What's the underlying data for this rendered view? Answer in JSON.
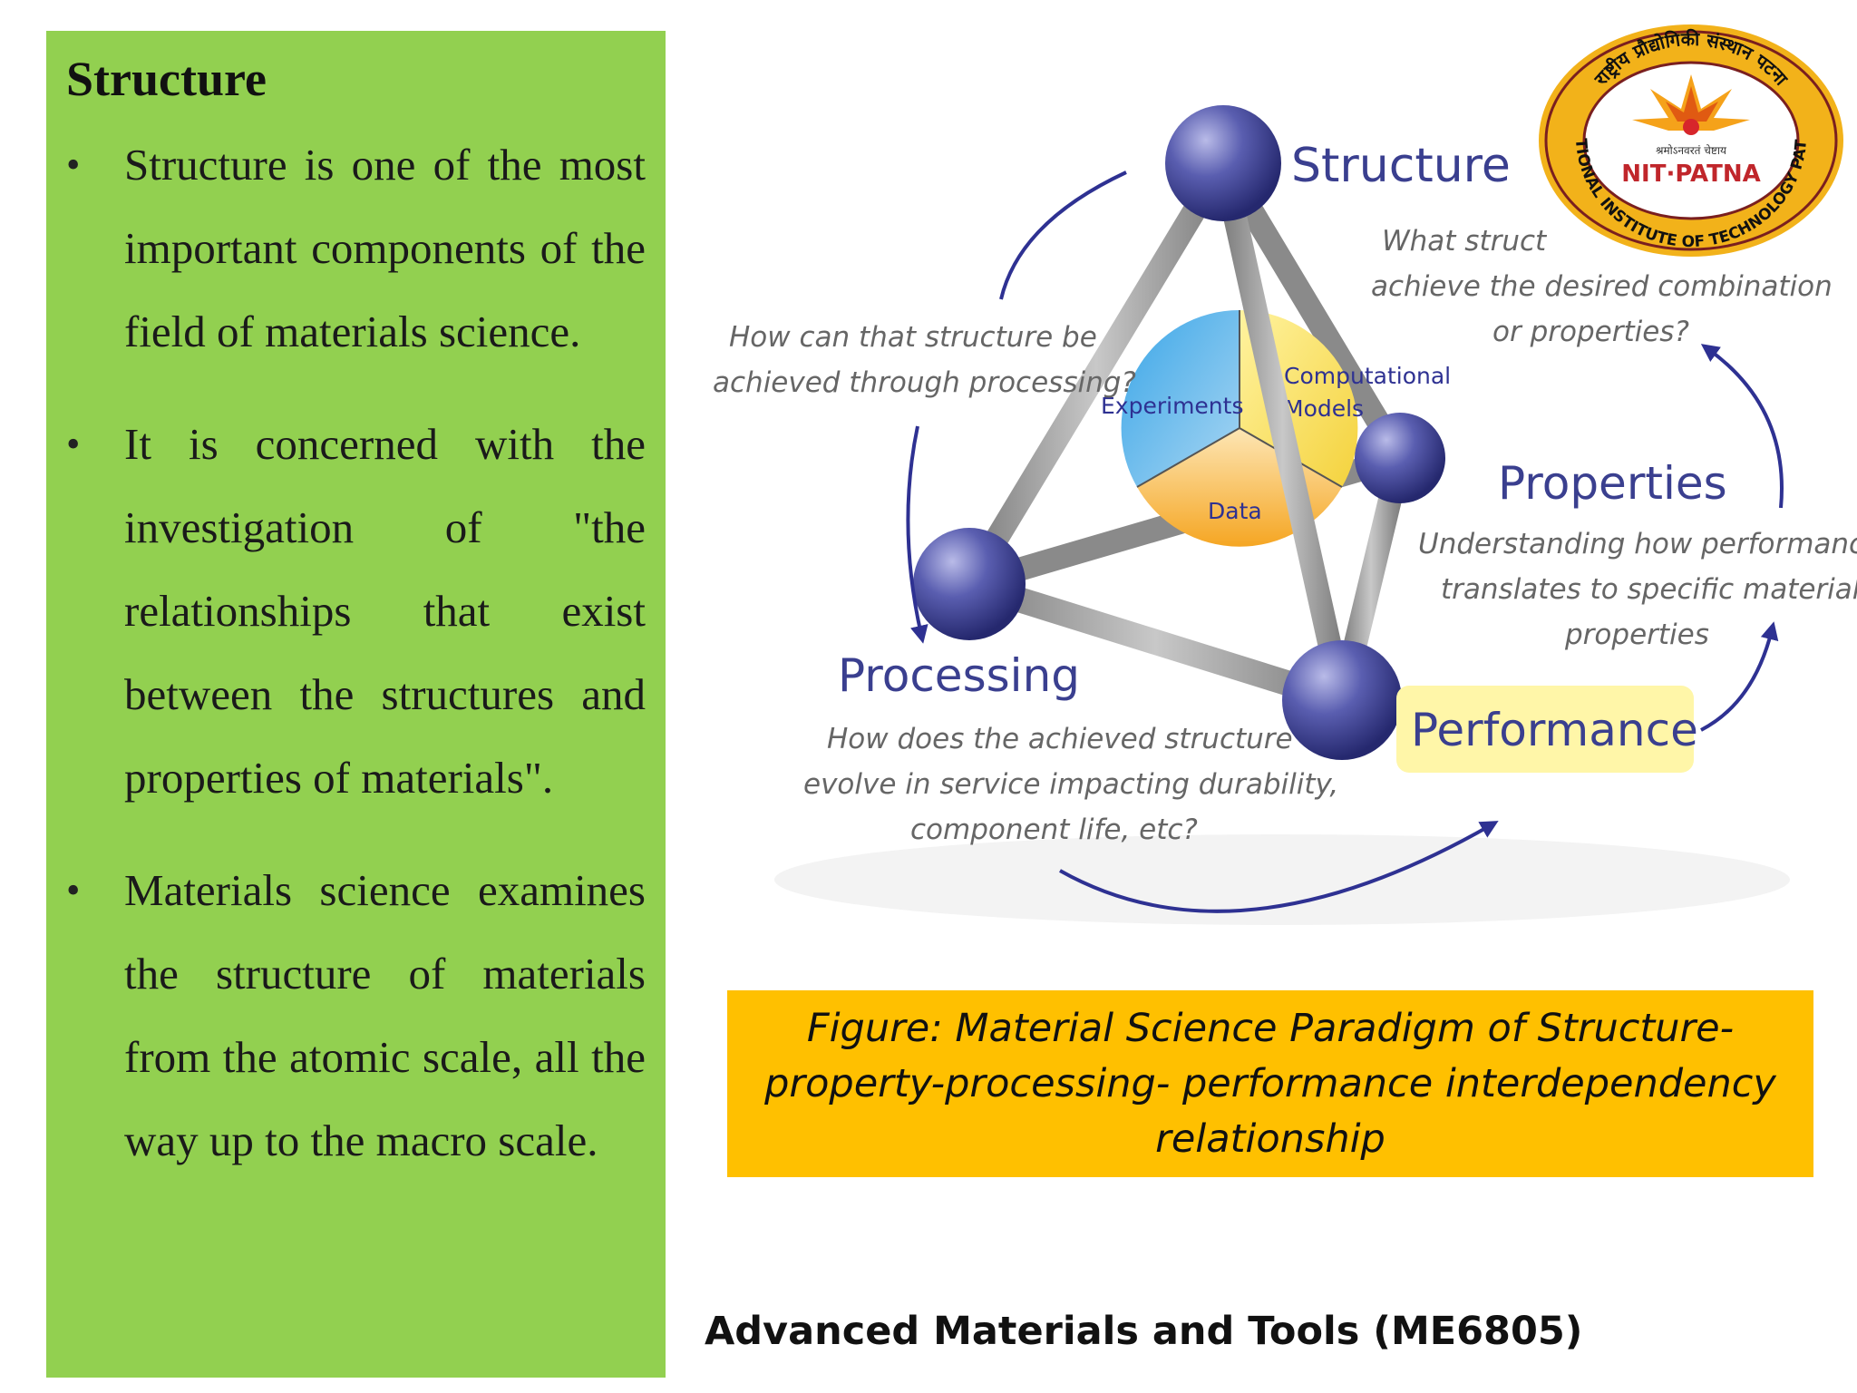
{
  "slide": {
    "heading": "Structure",
    "bullets": [
      "Structure is one of the most important components of the field of materials science.",
      "It is concerned with the investigation of \"the relationships that exist between the structures and properties of materials\".",
      " Materials science examines the structure of materials from the atomic scale, all the way up to the macro scale."
    ],
    "bullet_glyph": "•"
  },
  "diagram": {
    "structure_title": "Structure",
    "structure_question_line1": "What struct",
    "structure_question_line2": "achieve the desired combination",
    "structure_question_line3": "or properties?",
    "processing_question_line1": "How can that structure be",
    "processing_question_line2": "achieved through processing?",
    "center_experiments": "Experiments",
    "center_computational": "Computational",
    "center_models": "Models",
    "center_data": "Data",
    "properties_title": "Properties",
    "properties_desc_line1": "Understanding how performance",
    "properties_desc_line2": "translates to specific material",
    "properties_desc_line3": "properties",
    "processing_title": "Processing",
    "processing_desc_line1": "How does the achieved structure",
    "processing_desc_line2": "evolve in service impacting durability,",
    "processing_desc_line3": "component life, etc?",
    "performance_title": "Performance",
    "colors": {
      "node": "#4b4f9e",
      "rod": "#9a9a9a",
      "arrow": "#2e3192",
      "title": "#3a3f8f",
      "performance_box": "#fff6a8"
    }
  },
  "logo": {
    "hindi_text": "राष्ट्रीय प्रौद्योगिकी संस्थान पटना",
    "english_text": "NATIONAL INSTITUTE OF TECHNOLOGY PATNA",
    "motto": "श्रमोऽनवरतं चेष्टाय",
    "center_label": "NIT·PATNA"
  },
  "caption": {
    "text": "Figure: Material Science Paradigm of Structure-property-processing- performance interdependency relationship"
  },
  "footer": {
    "course": "Advanced Materials and Tools (ME6805)"
  }
}
